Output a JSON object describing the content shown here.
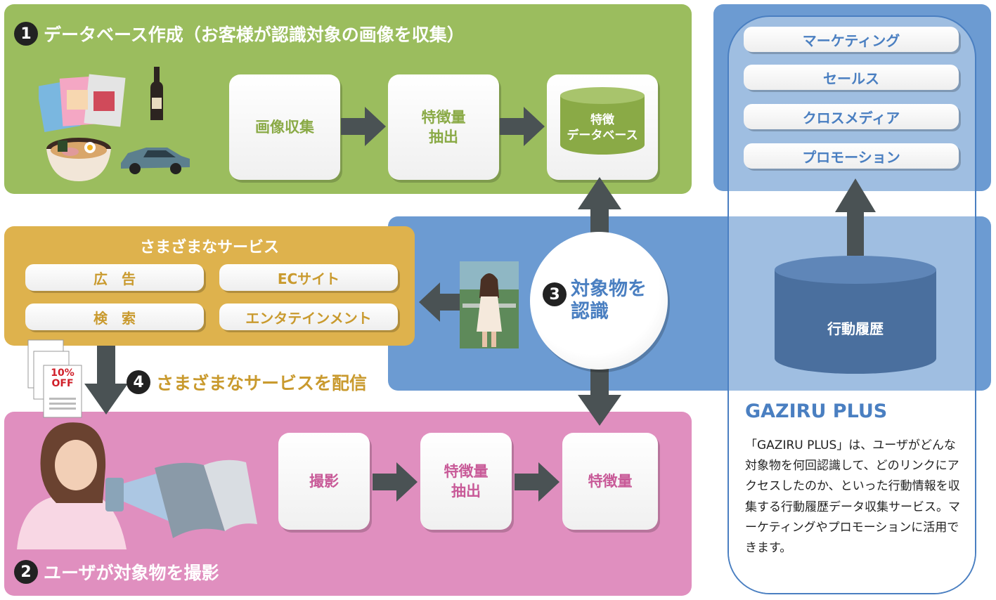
{
  "section1": {
    "number": "1",
    "title": "データベース作成（お客様が認識対象の画像を収集）",
    "steps": [
      "画像収集",
      "特徴量\n抽出"
    ],
    "database": "特徴\nデータベース"
  },
  "section2": {
    "number": "2",
    "title": "ユーザが対象物を撮影",
    "steps": [
      "撮影",
      "特徴量\n抽出",
      "特徴量"
    ]
  },
  "section3": {
    "number": "3",
    "label": "対象物を\n認識"
  },
  "section4": {
    "number": "4",
    "label": "さまざまなサービスを配信"
  },
  "services": {
    "title": "さまざまなサービス",
    "items": [
      "広　告",
      "ECサイト",
      "検　索",
      "エンタテインメント"
    ]
  },
  "coupon": {
    "text": "10%\nOFF"
  },
  "gaziru": {
    "menu": [
      "マーケティング",
      "セールス",
      "クロスメディア",
      "プロモーション"
    ],
    "history": "行動履歴",
    "title": "GAZIRU PLUS",
    "description": "「GAZIRU PLUS」は、ユーザがどんな対象物を何回認識して、どのリンクにアクセスしたのか、といった行動情報を収集する行動履歴データ収集サービス。マーケティングやプロモーションに活用できます。"
  },
  "colors": {
    "green_panel": "#9bbd5e",
    "green_text": "#8aaa46",
    "pink_panel": "#e08fbf",
    "pink_text": "#c85a98",
    "blue_panel": "#6c9bd2",
    "gold_panel": "#deb24d",
    "gold_text": "#c99a2e",
    "blue_text": "#4a7fc1",
    "arrow": "#4a5254"
  }
}
